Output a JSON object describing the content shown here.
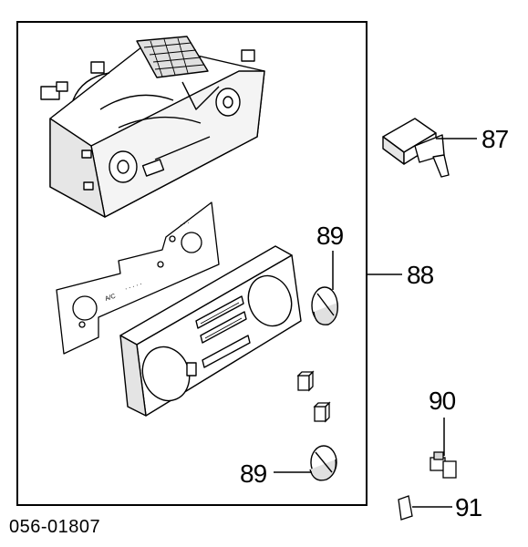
{
  "callouts": {
    "c87": "87",
    "c88": "88",
    "c89_top": "89",
    "c89_bottom": "89",
    "c90": "90",
    "c91": "91"
  },
  "reference_number": "056-01807",
  "panel_markings": {
    "fan_marks": "ᐧ ᐧ ᐧ",
    "mode_marks": "ᐧ ᐧ ᐧ ᐧ ᐧ",
    "ac_mark": "A/C"
  },
  "colors": {
    "line": "#000000",
    "background": "#ffffff",
    "shade": "#d8d8d8"
  }
}
